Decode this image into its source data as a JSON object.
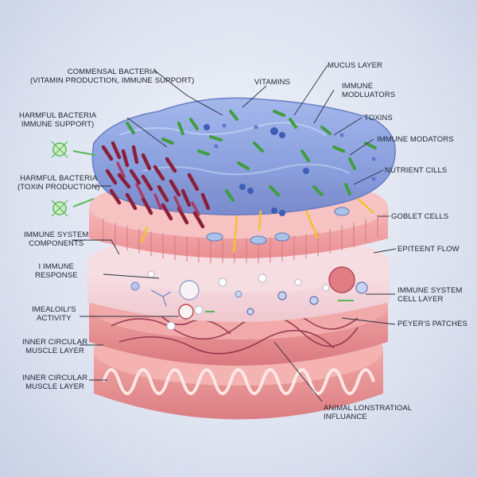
{
  "diagram": {
    "labels_left": {
      "commensal": "COMMENSAL BACTERIA",
      "commensal_sub": "(VITAMIN PRODUCTION, IMMUNE SUPPORT)",
      "harmful1": "HARMFUL BACTERIA",
      "harmful1_sub": "IMMUNE SUPPORT)",
      "harmful2": "HARMFUL BACTERIA",
      "harmful2_sub": "(TOXIN PRODUCTION)",
      "immune_components_1": "IMMUNE SYSTEM",
      "immune_components_2": "COMPONENTS",
      "i_immune_1": "I IMMUNE",
      "i_immune_2": "RESPONSE",
      "imealoili_1": "IMEALOILI'S",
      "imealoili_2": "ACTIVITY",
      "inner_circular_1a": "INNER CIRCULAR",
      "inner_circular_1b": "MUSCLE LAYER",
      "inner_circular_2a": "INNER CIRCULAR",
      "inner_circular_2b": "MUSCLE LAYER"
    },
    "labels_right": {
      "vitamins": "VITAMINS",
      "mucus": "MUCUS LAYER",
      "immune_mod_1": "IMMUNE",
      "immune_mod_2": "MODLUATORS",
      "toxins": "TOXINS",
      "immune_modators": "IMMUNE MODATORS",
      "nutrient": "NUTRIENT CILLS",
      "goblet": "GOBLET CELLS",
      "epiteent": "EPITEENT FLOW",
      "immune_layer_1": "IMMUNE SYSTEM",
      "immune_layer_2": "CELL LAYER",
      "peyers": "PEYER'S PATCHES",
      "animal_1": "ANIMAL LONSTRATIOAL",
      "animal_2": "INFLUANCE"
    },
    "colors": {
      "mucus": "#7f97d6",
      "epithelium": "#f1a3a6",
      "submucosa": "#f4d6dc",
      "muscle": "#e78f92",
      "harmful_bacteria": "#8b1f3a",
      "commensal_bacteria": "#4aa84a",
      "arrow_yellow": "#f2c230",
      "arrow_green": "#57b857"
    }
  }
}
